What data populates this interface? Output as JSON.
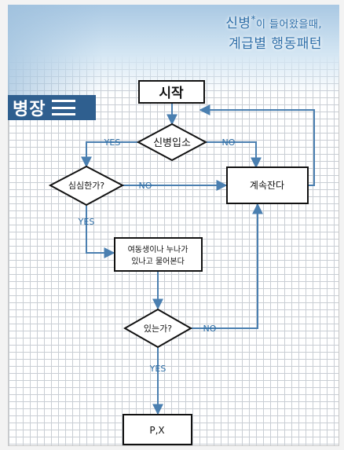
{
  "header": {
    "line1_a": "신병",
    "line1_star": "*",
    "line1_b": "이 들어왔을때,",
    "line2": "계급별 행동패턴"
  },
  "side_label": "병장",
  "icons": {
    "menu": "menu-icon"
  },
  "nodes": {
    "start": "시작",
    "recruit_in": "신병입소",
    "bored": "심심한가?",
    "keep_sleeping": "계속잔다",
    "ask_line1": "여동생이나 누나가",
    "ask_line2": "있나고 물어본다",
    "exists": "있는가?",
    "px": "P,X"
  },
  "edges": {
    "recruit_yes": "YES",
    "recruit_no": "NO",
    "bored_yes": "YES",
    "bored_no": "NO",
    "exists_yes": "YES",
    "exists_no": "NO"
  },
  "colors": {
    "arrow": "#4a7fb0",
    "header_text": "#2d6ea8",
    "side_bg": "#2f5f8f",
    "edge_label": "#2e6ea6"
  }
}
